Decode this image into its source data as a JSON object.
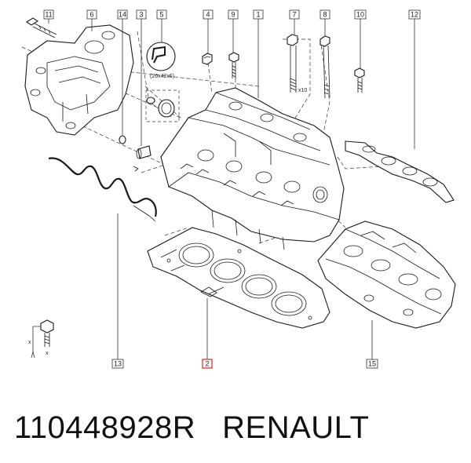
{
  "callouts": [
    {
      "id": "c11",
      "label": "11"
    },
    {
      "id": "c6",
      "label": "6"
    },
    {
      "id": "c14",
      "label": "14"
    },
    {
      "id": "c3",
      "label": "3"
    },
    {
      "id": "c5",
      "label": "5"
    },
    {
      "id": "c4",
      "label": "4"
    },
    {
      "id": "c9",
      "label": "9"
    },
    {
      "id": "c1",
      "label": "1"
    },
    {
      "id": "c7",
      "label": "7"
    },
    {
      "id": "c8",
      "label": "8"
    },
    {
      "id": "c10",
      "label": "10"
    },
    {
      "id": "c12",
      "label": "12"
    },
    {
      "id": "c13",
      "label": "13"
    },
    {
      "id": "c2",
      "label": "2",
      "highlight_color": "#e8403a"
    },
    {
      "id": "c15",
      "label": "15"
    }
  ],
  "annotations": {
    "seal_size": "(26x42x6)",
    "bolt_count": "x10",
    "axis_x_top": "x",
    "axis_x_bottom": "x"
  },
  "caption": {
    "part_number": "110448928R",
    "brand": "RENAULT"
  }
}
